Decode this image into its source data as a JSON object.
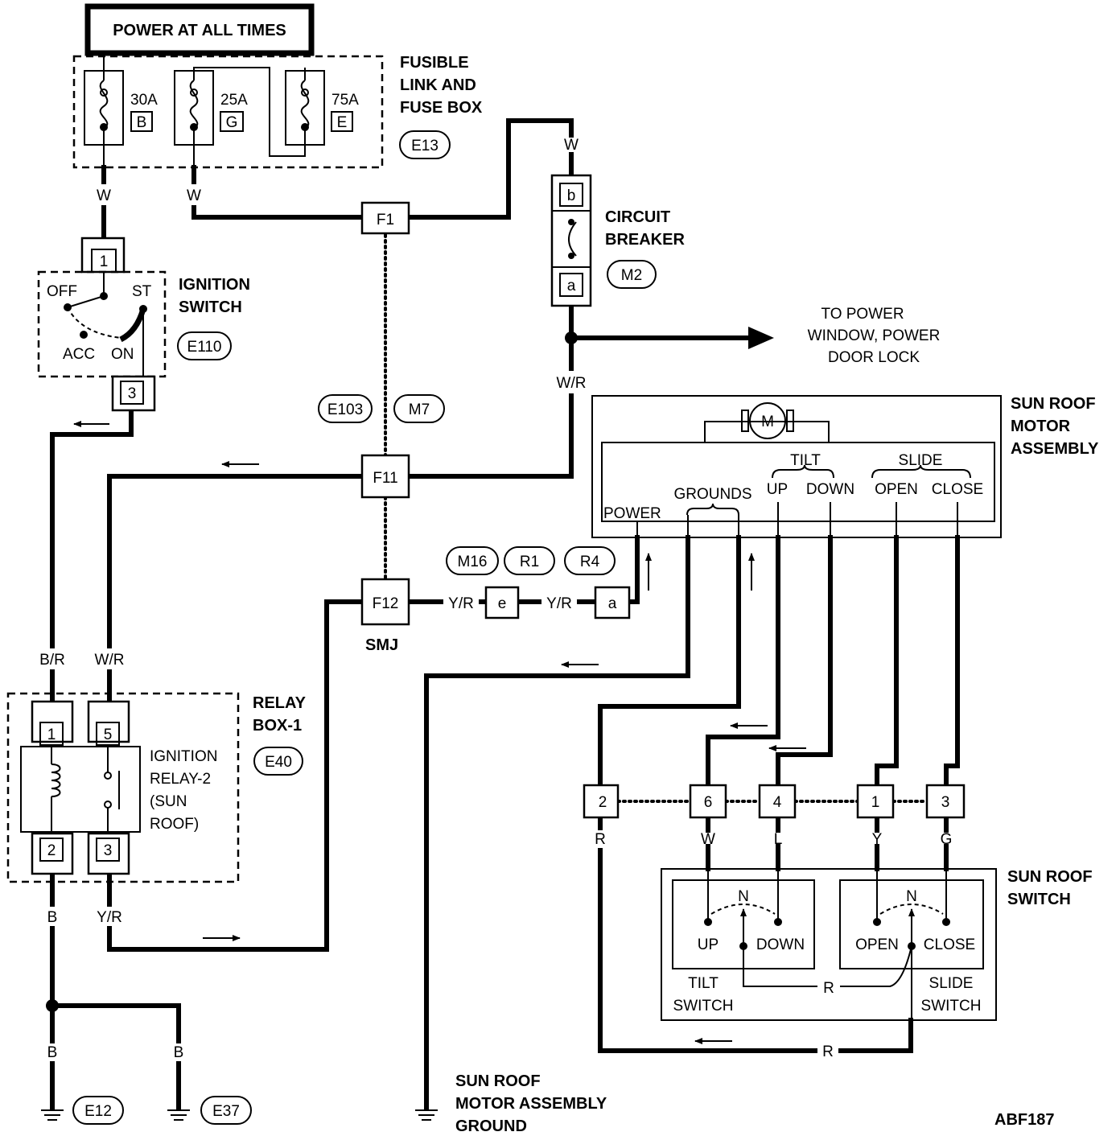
{
  "header": {
    "power_label": "POWER AT ALL TIMES"
  },
  "fuse_box": {
    "title_lines": [
      "FUSIBLE",
      "LINK AND",
      "FUSE BOX"
    ],
    "connector": "E13",
    "fuses": [
      {
        "rating": "30A",
        "letter": "B"
      },
      {
        "rating": "25A",
        "letter": "G"
      },
      {
        "rating": "75A",
        "letter": "E"
      }
    ]
  },
  "ignition_switch": {
    "title_lines": [
      "IGNITION",
      "SWITCH"
    ],
    "connector": "E110",
    "positions": {
      "off": "OFF",
      "st": "ST",
      "acc": "ACC",
      "on": "ON"
    },
    "terminals": [
      "1",
      "3"
    ]
  },
  "circuit_breaker": {
    "title_lines": [
      "CIRCUIT",
      "BREAKER"
    ],
    "connector": "M2",
    "terminals": [
      "b",
      "a"
    ]
  },
  "power_note_lines": [
    "TO POWER",
    "WINDOW, POWER",
    "DOOR LOCK"
  ],
  "harness_connectors": {
    "f1": "F1",
    "f11": "F11",
    "f12": "F12",
    "smj": "SMJ",
    "e103": "E103",
    "m7": "M7",
    "m16": "M16",
    "r1": "R1",
    "r4": "R4",
    "e": "e",
    "a": "a"
  },
  "wires": {
    "w_fuse1": "W",
    "w_fuse2": "W",
    "w_breaker": "W",
    "wr_breaker": "W/R",
    "br": "B/R",
    "wr_relay": "W/R",
    "yr_1": "Y/R",
    "yr_2": "Y/R",
    "b_relay": "B",
    "yr_relay": "Y/R",
    "b_ground1": "B",
    "b_ground2": "B",
    "r_sw2": "R",
    "w_sw6": "W",
    "l_sw4": "L",
    "y_sw1": "Y",
    "g_sw3": "G",
    "r_internal": "R",
    "r_bottom": "R"
  },
  "motor_assembly": {
    "title_lines": [
      "SUN ROOF",
      "MOTOR",
      "ASSEMBLY"
    ],
    "motor": "M",
    "labels": {
      "tilt": "TILT",
      "slide": "SLIDE",
      "power": "POWER",
      "grounds": "GROUNDS",
      "up": "UP",
      "down": "DOWN",
      "open": "OPEN",
      "close": "CLOSE"
    }
  },
  "relay_box": {
    "title_lines": [
      "RELAY",
      "BOX-1"
    ],
    "connector": "E40",
    "relay_lines": [
      "IGNITION",
      "RELAY-2",
      "(SUN",
      "ROOF)"
    ],
    "terminals": [
      "1",
      "5",
      "2",
      "3"
    ]
  },
  "sunroof_switch": {
    "title_lines": [
      "SUN ROOF",
      "SWITCH"
    ],
    "terminals": [
      "2",
      "6",
      "4",
      "1",
      "3"
    ],
    "tilt": {
      "neutral": "N",
      "up": "UP",
      "down": "DOWN",
      "name_lines": [
        "TILT",
        "SWITCH"
      ]
    },
    "slide": {
      "neutral": "N",
      "open": "OPEN",
      "close": "CLOSE",
      "name_lines": [
        "SLIDE",
        "SWITCH"
      ]
    }
  },
  "ground": {
    "label_lines": [
      "SUN ROOF",
      "MOTOR ASSEMBLY",
      "GROUND"
    ],
    "connectors": [
      "E12",
      "E37"
    ]
  },
  "code": "ABF187"
}
